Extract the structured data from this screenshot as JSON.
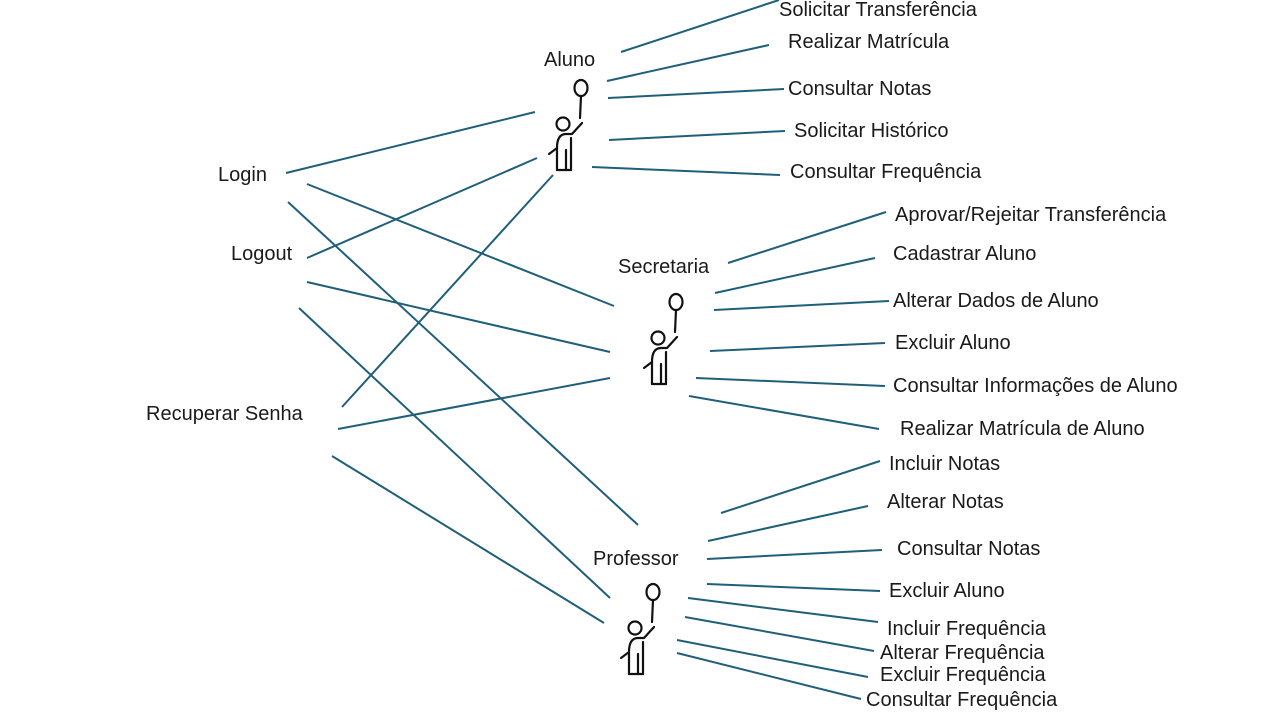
{
  "diagram": {
    "line_color": "#1f5f7a",
    "actors": {
      "aluno": "Aluno",
      "secretaria": "Secretaria",
      "professor": "Professor"
    },
    "shared": {
      "login": "Login",
      "logout": "Logout",
      "recuperar": "Recuperar Senha"
    },
    "aluno_cases": [
      "Solicitar Transferência",
      "Realizar Matrícula",
      "Consultar Notas",
      "Solicitar Histórico",
      "Consultar Frequência"
    ],
    "secretaria_cases": [
      "Aprovar/Rejeitar Transferência",
      "Cadastrar Aluno",
      "Alterar Dados de Aluno",
      "Excluir Aluno",
      "Consultar Informações de Aluno",
      "Realizar Matrícula de Aluno"
    ],
    "professor_cases": [
      "Incluir Notas",
      "Alterar Notas",
      "Consultar Notas",
      "Excluir Aluno",
      "Incluir Frequência",
      "Alterar Frequência",
      "Excluir Frequência",
      "Consultar Frequência"
    ]
  }
}
